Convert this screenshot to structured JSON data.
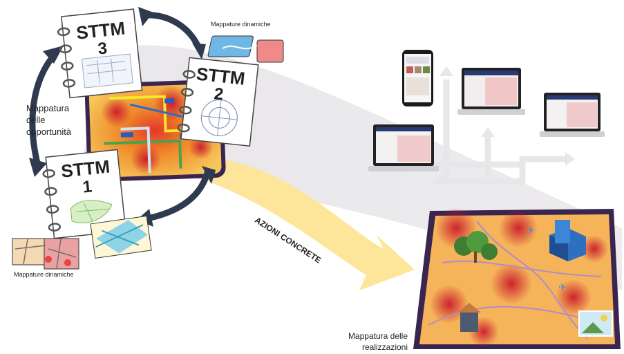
{
  "notebooks": [
    {
      "title": "STTM",
      "number": "3"
    },
    {
      "title": "STTM",
      "number": "2"
    },
    {
      "title": "STTM",
      "number": "1"
    }
  ],
  "labels": {
    "opportunity_line1": "Mappatura",
    "opportunity_line2": "delle",
    "opportunity_line3": "opportunità",
    "dynamic_top": "Mappature dinamiche",
    "dynamic_bottom": "Mappature dinamiche",
    "actions": "AZIONI CONCRETE",
    "results_line1": "Mappatura delle",
    "results_line2": "realizzazioni"
  },
  "colors": {
    "cycle_arrow": "#2f3a4e",
    "band": "#e6e4e6",
    "action_arrow": "#fde59a",
    "map_frame": "#3a2550",
    "heat": "#ef7a2b",
    "device_arrow": "#e7e7e9"
  }
}
